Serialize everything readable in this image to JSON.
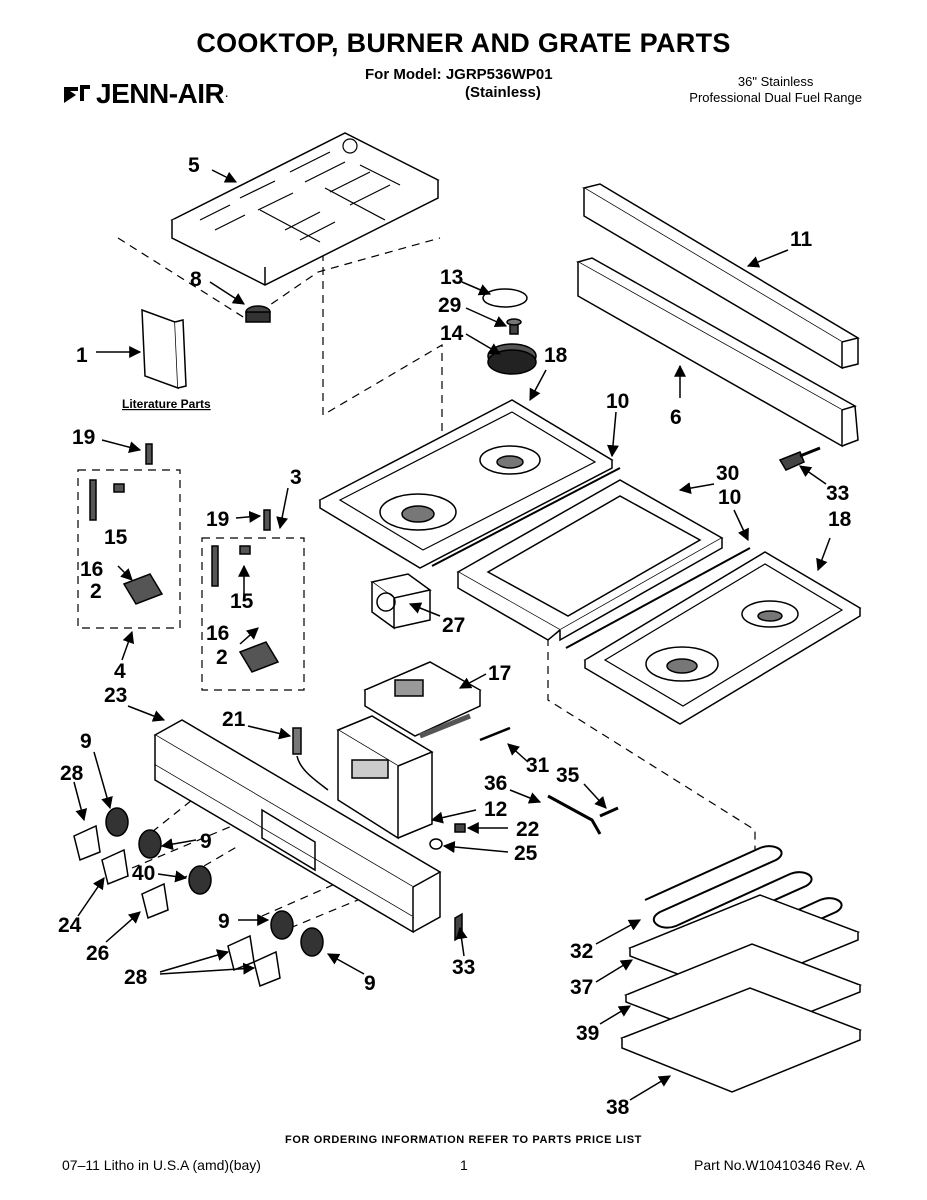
{
  "header": {
    "title": "COOKTOP, BURNER AND GRATE PARTS",
    "model_line": "For Model: JGRP536WP01",
    "model_variant": "(Stainless)",
    "brand": "JENN-AIR",
    "description_line1": "36\" Stainless",
    "description_line2": "Professional Dual Fuel Range"
  },
  "diagram": {
    "literature_label": "Literature Parts",
    "callouts": [
      "5",
      "8",
      "1",
      "19",
      "15",
      "16",
      "2",
      "4",
      "3",
      "19",
      "15",
      "16",
      "2",
      "13",
      "29",
      "14",
      "18",
      "10",
      "11",
      "6",
      "33",
      "30",
      "10",
      "18",
      "27",
      "17",
      "23",
      "21",
      "9",
      "28",
      "9",
      "40",
      "24",
      "26",
      "9",
      "28",
      "9",
      "31",
      "36",
      "35",
      "12",
      "22",
      "25",
      "33",
      "32",
      "37",
      "39",
      "38"
    ]
  },
  "footer": {
    "order_note": "FOR ORDERING INFORMATION REFER TO PARTS PRICE LIST",
    "litho": "07–11 Litho in U.S.A (amd)(bay)",
    "page": "1",
    "part_no": "Part No.W10410346 Rev. A"
  }
}
